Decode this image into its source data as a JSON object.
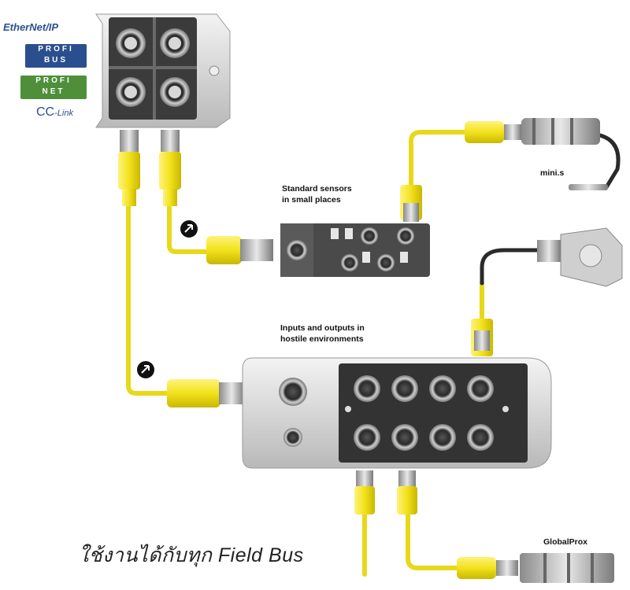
{
  "protocols": {
    "ethernetip": "EtherNet/IP",
    "profibus_1": "PROFI",
    "profibus_2": "BUS",
    "profinet_1": "PROFI",
    "profinet_2": "NET",
    "cclink_1": "CC",
    "cclink_2": "-Link"
  },
  "labels": {
    "standard_sensors_line1": "Standard sensors",
    "standard_sensors_line2": "in small places",
    "io_hostile_line1": "Inputs and outputs in",
    "io_hostile_line2": "hostile environments",
    "mini_s": "mini.s",
    "globalprox": "GlobalProx"
  },
  "caption": "ใช้งานได้กับทุก Field Bus",
  "colors": {
    "cable_yellow": "#f2e21c",
    "cable_black": "#2a2a2a",
    "module_gray": "#d9d9d9",
    "module_dark": "#3a3a3a",
    "protocol_blue": "#2b4f8e",
    "protocol_green": "#4f8f3a"
  }
}
